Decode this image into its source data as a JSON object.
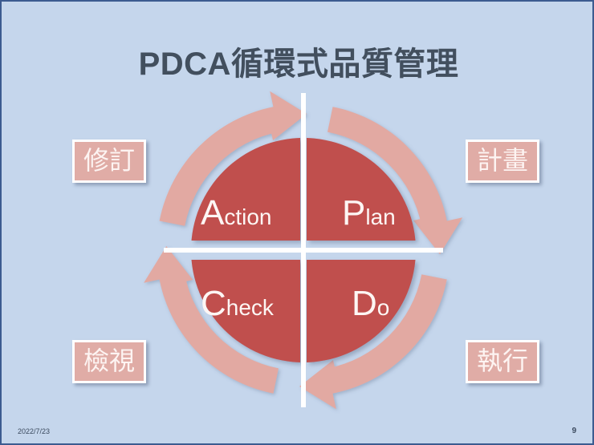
{
  "slide": {
    "title": "PDCA循環式品質管理",
    "background_color": "#c5d6ec",
    "border_color": "#3c5b90",
    "title_color": "#424f5e"
  },
  "diagram": {
    "type": "pdca-cycle",
    "disk_color": "#c0504d",
    "ring_color": "#e2a9a2",
    "divider_color": "#ffffff",
    "text_color": "#fdf6f4",
    "direction": "clockwise",
    "quadrants": [
      {
        "id": "plan",
        "position": "top-right",
        "cap": "P",
        "rest": "lan"
      },
      {
        "id": "do",
        "position": "bottom-right",
        "cap": "D",
        "rest": "o"
      },
      {
        "id": "check",
        "position": "bottom-left",
        "cap": "C",
        "rest": "heck"
      },
      {
        "id": "action",
        "position": "top-left",
        "cap": "A",
        "rest": "ction"
      }
    ],
    "arrows": [
      {
        "id": "arrow-top",
        "from": "action",
        "to": "plan",
        "points": "right"
      },
      {
        "id": "arrow-right",
        "from": "plan",
        "to": "do",
        "points": "down"
      },
      {
        "id": "arrow-bottom",
        "from": "do",
        "to": "check",
        "points": "left"
      },
      {
        "id": "arrow-left",
        "from": "check",
        "to": "action",
        "points": "up"
      }
    ]
  },
  "callouts": [
    {
      "id": "revise",
      "position": "top-left",
      "label": "修訂"
    },
    {
      "id": "plan",
      "position": "top-right",
      "label": "計畫"
    },
    {
      "id": "check",
      "position": "bottom-left",
      "label": "檢視"
    },
    {
      "id": "execute",
      "position": "bottom-right",
      "label": "執行"
    }
  ],
  "footer": {
    "date": "2022/7/23",
    "page_number": "9"
  }
}
